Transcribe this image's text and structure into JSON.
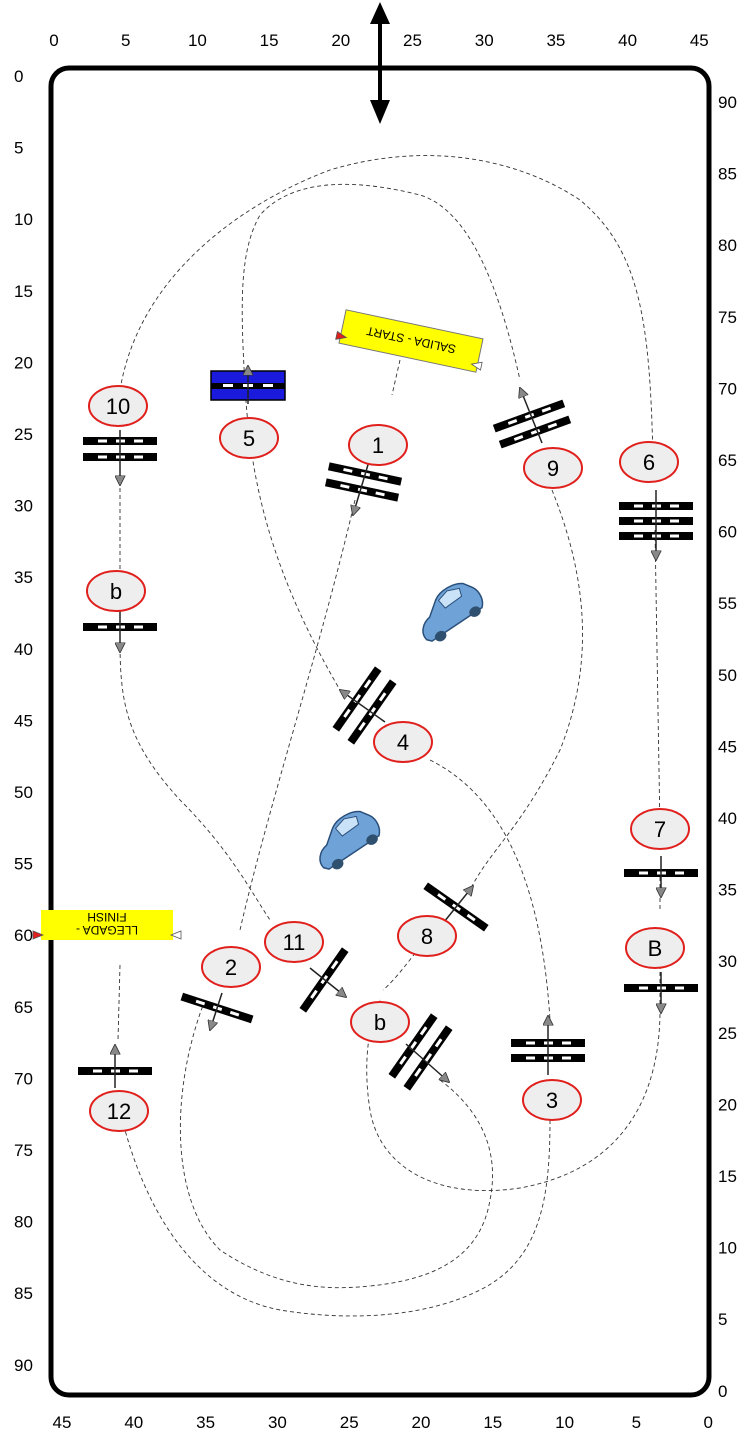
{
  "axes": {
    "top": [
      "0",
      "5",
      "10",
      "15",
      "20",
      "25",
      "30",
      "35",
      "40",
      "45"
    ],
    "bottom": [
      "45",
      "40",
      "35",
      "30",
      "25",
      "20",
      "15",
      "10",
      "5",
      "0"
    ],
    "left": [
      "0",
      "5",
      "10",
      "15",
      "20",
      "25",
      "30",
      "35",
      "40",
      "45",
      "50",
      "55",
      "60",
      "65",
      "70",
      "75",
      "80",
      "85",
      "90"
    ],
    "right": [
      "90",
      "85",
      "80",
      "75",
      "70",
      "65",
      "60",
      "55",
      "50",
      "45",
      "40",
      "35",
      "30",
      "25",
      "20",
      "15",
      "10",
      "5",
      "0"
    ]
  },
  "banners": {
    "start": "SALIDA - START",
    "finish_line1": "LLEGADA -",
    "finish_line2": "FINISH"
  },
  "markers": [
    {
      "key": "m1",
      "label": "1"
    },
    {
      "key": "m2",
      "label": "2"
    },
    {
      "key": "m3",
      "label": "3"
    },
    {
      "key": "m4",
      "label": "4"
    },
    {
      "key": "m5",
      "label": "5"
    },
    {
      "key": "m6",
      "label": "6"
    },
    {
      "key": "m7",
      "label": "7"
    },
    {
      "key": "m8",
      "label": "8"
    },
    {
      "key": "m9",
      "label": "9"
    },
    {
      "key": "m10",
      "label": "10"
    },
    {
      "key": "m11",
      "label": "11"
    },
    {
      "key": "m12",
      "label": "12"
    },
    {
      "key": "mb1",
      "label": "b"
    },
    {
      "key": "mb2",
      "label": "b"
    },
    {
      "key": "mB",
      "label": "B"
    }
  ],
  "colors": {
    "marker_stroke": "#e0201c",
    "marker_fill": "#eeeeee",
    "banner_fill": "#ffff00",
    "start_pad": "#1a1adc",
    "car": "#6fa3d8"
  }
}
